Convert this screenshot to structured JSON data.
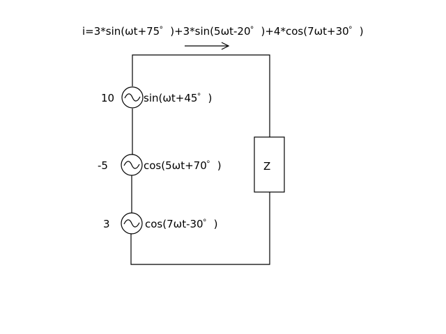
{
  "current_expression": "i=3*sin(ωt+75゜)+3*sin(5ωt-20゜)+4*cos(7ωt+30゜)",
  "sources": [
    {
      "amplitude": "10",
      "function": "sin(ωt+45゜)"
    },
    {
      "amplitude": "-5",
      "function": "cos(5ωt+70゜)"
    },
    {
      "amplitude": "3",
      "function": "cos(7ωt-30゜)"
    }
  ],
  "load_label": "Z",
  "source_symbol": "~"
}
